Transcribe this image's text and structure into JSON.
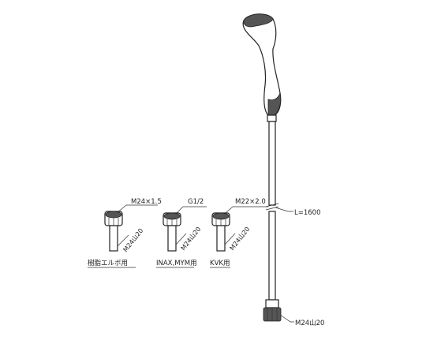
{
  "parts": {
    "adapter_resin": {
      "thread_label": "M24×1.5",
      "side_label": "M24山20",
      "name": "樹脂エルボ用"
    },
    "adapter_inax": {
      "thread_label": "G1/2",
      "side_label": "M24山20",
      "name": "INAX,MYM用"
    },
    "adapter_kvk": {
      "thread_label": "M22×2.0",
      "side_label": "M24山20",
      "name": "KVK用"
    }
  },
  "shower": {
    "hose_length_label": "L=1600",
    "end_thread_label": "M24山20"
  }
}
